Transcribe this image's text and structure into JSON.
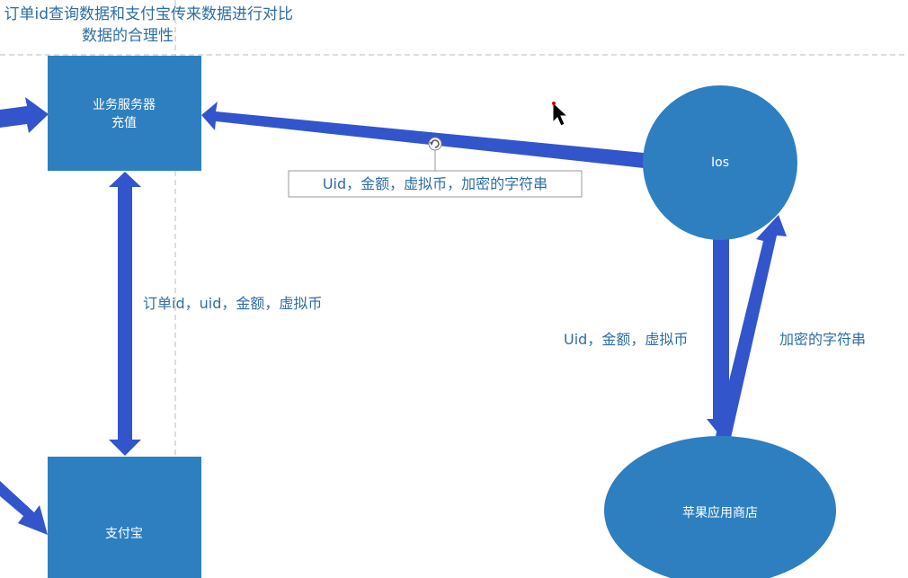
{
  "colors": {
    "node_fill": "#2e7fc0",
    "arrow_fill": "#3355cc",
    "label_text": "#2e6da4",
    "guide_line": "#bbbbbb",
    "textbox_border": "#999999",
    "cursor": "#000000",
    "cursor_dot": "#cc0000"
  },
  "title": {
    "line1": "订单id查询数据和支付宝传来数据进行对比",
    "line2": "数据的合理性"
  },
  "nodes": {
    "business_server": {
      "line1": "业务服务器",
      "line2": "充值"
    },
    "alipay": {
      "label": "支付宝"
    },
    "ios": {
      "label": "Ios"
    },
    "app_store": {
      "label": "苹果应用商店"
    }
  },
  "edges": {
    "ios_to_server": "Uid，金额，虚拟币，加密的字符串",
    "server_alipay": "订单id，uid，金额，虚拟币",
    "ios_to_store": "Uid，金额，虚拟币",
    "store_to_ios": "加密的字符串"
  },
  "icons": {
    "rotate_handle": "rotate-handle-icon",
    "cursor": "mouse-pointer-icon"
  }
}
